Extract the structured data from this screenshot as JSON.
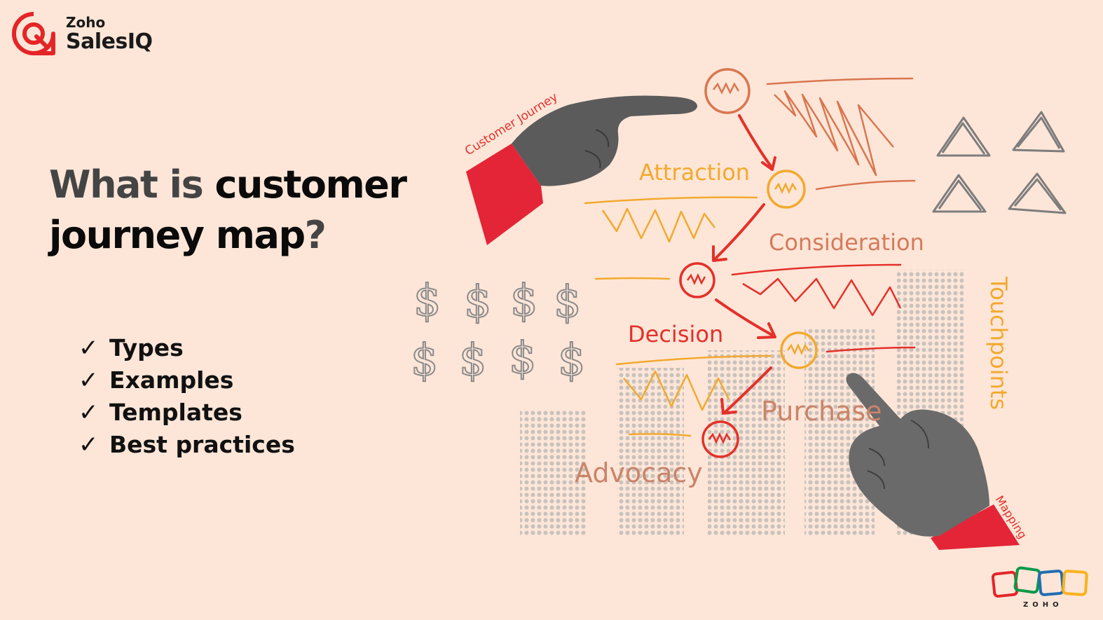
{
  "brand": {
    "company": "Zoho",
    "product": "SalesIQ",
    "logo_icon": "salesiq-chat-target-icon",
    "accent": "#e42527"
  },
  "headline": {
    "light": "What is ",
    "bold1": "customer",
    "bold2": "journey map",
    "end": "?"
  },
  "checklist": {
    "check_glyph": "✓",
    "items": [
      "Types",
      "Examples",
      "Templates",
      "Best practices"
    ]
  },
  "illustration": {
    "label_customer_journey": "Customer Journey",
    "label_mapping": "Mapping",
    "label_touchpoints": "Touchpoints",
    "stages": [
      "Attraction",
      "Consideration",
      "Decision",
      "Purchase",
      "Advocacy"
    ],
    "dollar_glyph": "$",
    "colors": {
      "red": "#e4302a",
      "orange": "#f2a92e",
      "salmon": "#d47a5a",
      "sleeve": "#e42537",
      "grey": "#7d7d7d"
    }
  },
  "footer": {
    "zoho_text": "ZOHO",
    "colors": [
      "#e42527",
      "#089949",
      "#226db4",
      "#f9b21d"
    ]
  }
}
